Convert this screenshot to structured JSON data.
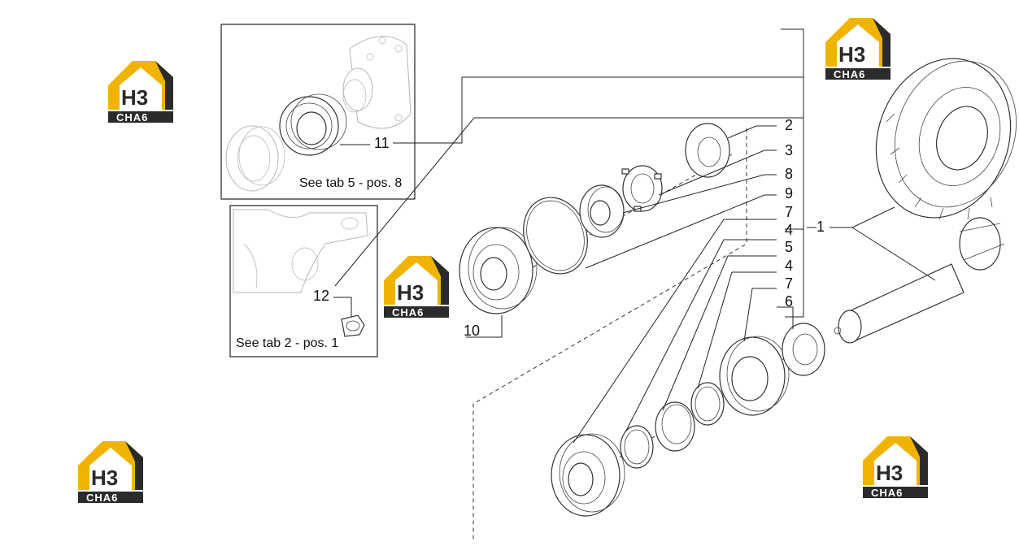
{
  "watermark": {
    "logo_top": "H3",
    "logo_bottom": "CHA6",
    "accent": "#f0b400",
    "dark": "#2b2b2b"
  },
  "callouts": {
    "p1": "1",
    "p2": "2",
    "p3": "3",
    "p8": "8",
    "p9": "9",
    "p7a": "7",
    "p4a": "4",
    "p5": "5",
    "p4b": "4",
    "p7b": "7",
    "p6": "6",
    "p10": "10",
    "p11": "11",
    "p12": "12"
  },
  "inset_top": {
    "note": "See tab 5 - pos. 8"
  },
  "inset_bottom": {
    "note": "See tab 2 - pos. 1"
  }
}
